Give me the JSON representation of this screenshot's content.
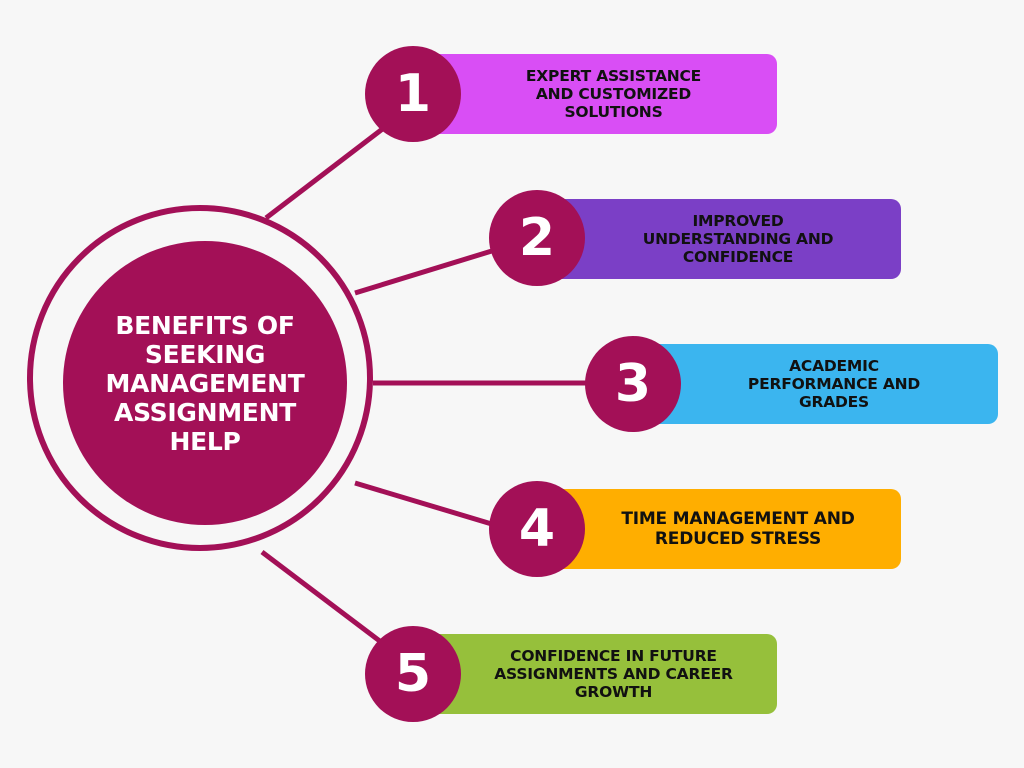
{
  "hub": {
    "title": "BENEFITS OF SEEKING MANAGEMENT ASSIGNMENT HELP",
    "color": "#a31057"
  },
  "items": [
    {
      "number": "1",
      "label": "EXPERT ASSISTANCE AND CUSTOMIZED SOLUTIONS",
      "color": "#d94ef5"
    },
    {
      "number": "2",
      "label": "IMPROVED UNDERSTANDING AND CONFIDENCE",
      "color": "#7b3fc6"
    },
    {
      "number": "3",
      "label": "ACADEMIC PERFORMANCE AND GRADES",
      "color": "#3bb5ef"
    },
    {
      "number": "4",
      "label": "TIME MANAGEMENT AND REDUCED STRESS",
      "color": "#ffae00"
    },
    {
      "number": "5",
      "label": "CONFIDENCE IN FUTURE ASSIGNMENTS AND CAREER GROWTH",
      "color": "#96c03b"
    }
  ]
}
